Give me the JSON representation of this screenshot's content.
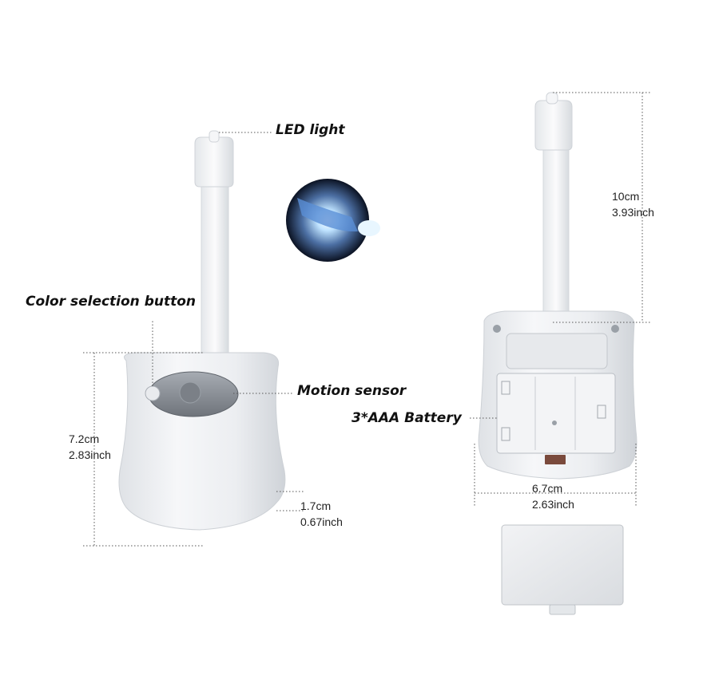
{
  "labels": {
    "led_light": "LED light",
    "color_button": "Color selection button",
    "motion_sensor": "Motion sensor",
    "battery": "3*AAA Battery"
  },
  "dimensions": {
    "height_cm": "7.2cm",
    "height_inch": "2.83inch",
    "depth_cm": "1.7cm",
    "depth_inch": "0.67inch",
    "arm_cm": "10cm",
    "arm_inch": "3.93inch",
    "width_cm": "6.7cm",
    "width_inch": "2.63inch"
  },
  "colors": {
    "device_body": "#eef0f3",
    "led_glow": "#6fb6ff",
    "sensor_window": "#8a8f96",
    "background": "#ffffff"
  }
}
